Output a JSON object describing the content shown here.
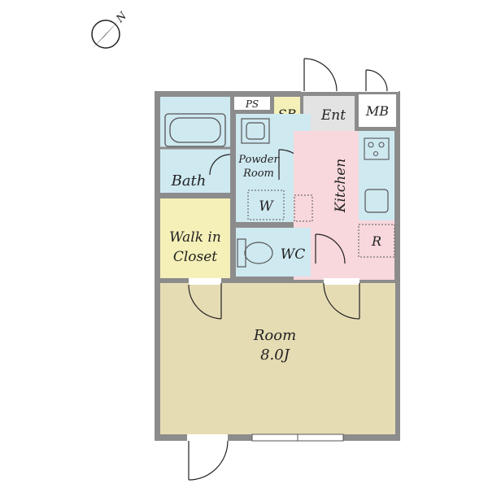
{
  "compass": {
    "north_label": "N"
  },
  "rooms": {
    "ps": "PS",
    "sb": "SB",
    "ent": "Ent",
    "mb": "MB",
    "bath": "Bath",
    "powder_room_line1": "Powder",
    "powder_room_line2": "Room",
    "kitchen": "Kitchen",
    "washer": "W",
    "walk_in_closet_line1": "Walk in",
    "walk_in_closet_line2": "Closet",
    "wc": "WC",
    "refrigerator": "R",
    "room_line1": "Room",
    "room_line2": "8.0J"
  },
  "colors": {
    "wall": "#8c8c8c",
    "bath": "#cfe9f1",
    "kitchen": "#f8d8dc",
    "closet": "#f4f0b8",
    "room": "#e6dcb4",
    "sb": "#f4f0b8",
    "entrance": "#e3e3e3",
    "fixture_blue": "#cfe9f1"
  }
}
